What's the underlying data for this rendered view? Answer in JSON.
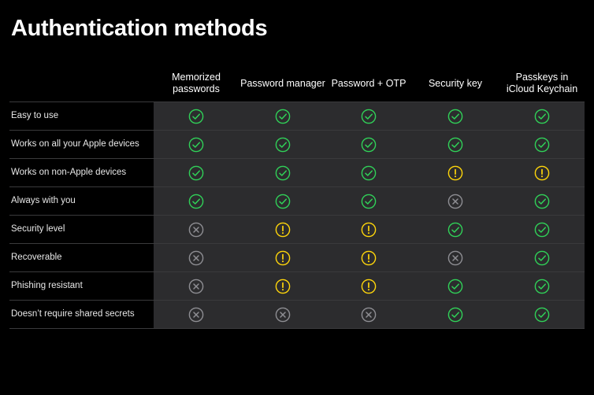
{
  "title": "Authentication methods",
  "columns": [
    {
      "line1": "Memorized",
      "line2": "passwords"
    },
    {
      "line1": "Password manager",
      "line2": ""
    },
    {
      "line1": "Password + OTP",
      "line2": ""
    },
    {
      "line1": "Security key",
      "line2": ""
    },
    {
      "line1": "Passkeys in",
      "line2": "iCloud Keychain"
    }
  ],
  "rows": [
    {
      "label": "Easy to use",
      "values": [
        "check",
        "check",
        "check",
        "check",
        "check"
      ]
    },
    {
      "label": "Works on all your Apple devices",
      "values": [
        "check",
        "check",
        "check",
        "check",
        "check"
      ]
    },
    {
      "label": "Works on non-Apple devices",
      "values": [
        "check",
        "check",
        "check",
        "warning",
        "warning"
      ]
    },
    {
      "label": "Always with you",
      "values": [
        "check",
        "check",
        "check",
        "cross",
        "check"
      ]
    },
    {
      "label": "Security level",
      "values": [
        "cross",
        "warning",
        "warning",
        "check",
        "check"
      ]
    },
    {
      "label": "Recoverable",
      "values": [
        "cross",
        "warning",
        "warning",
        "cross",
        "check"
      ]
    },
    {
      "label": "Phishing resistant",
      "values": [
        "cross",
        "warning",
        "warning",
        "check",
        "check"
      ]
    },
    {
      "label": "Doesn’t require shared secrets",
      "values": [
        "cross",
        "cross",
        "cross",
        "check",
        "check"
      ]
    }
  ],
  "status_icons": {
    "check": {
      "icon": "checkmark-circle-icon",
      "color": "#30d158"
    },
    "warning": {
      "icon": "exclamation-circle-icon",
      "color": "#ffd60a"
    },
    "cross": {
      "icon": "xmark-circle-icon",
      "color": "#8e8e93"
    }
  }
}
